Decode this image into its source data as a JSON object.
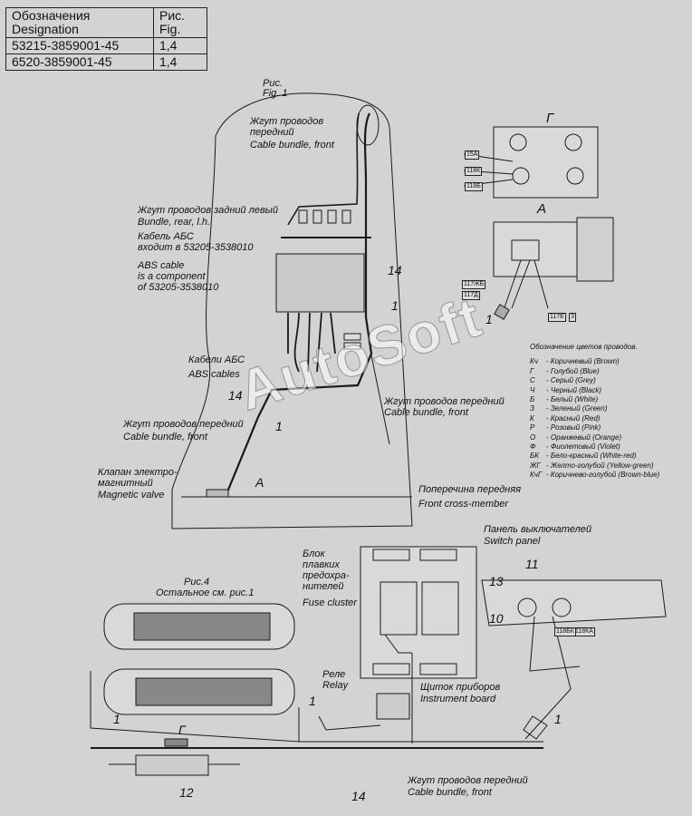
{
  "table": {
    "header": {
      "col1": "Обозначения\nDesignation",
      "col2": "Рис.\nFig."
    },
    "rows": [
      {
        "designation": "53215-3859001-45",
        "fig": "1,4"
      },
      {
        "designation": "6520-3859001-45",
        "fig": "1,4"
      }
    ]
  },
  "fig1": {
    "ru": "Рис.",
    "en": "Fig. 1"
  },
  "fig4": {
    "line1": "Рис.4",
    "line2": "Остальное см. рис.1"
  },
  "labels": {
    "bundle_front_top": {
      "ru": "Жгут проводов\nпередний",
      "en": "Cable bundle, front"
    },
    "bundle_rear_left": {
      "ru": "Жгут проводов задний левый",
      "en": "Bundle, rear, l.h."
    },
    "abs_cable_ru": "Кабель АБС\nвходит в 53205-3538010",
    "abs_cable_en": "ABS cable\nis a component\nof 53205-3538010",
    "abs_cables": {
      "ru": "Кабели АБС",
      "en": "ABS cables"
    },
    "bundle_front_left": {
      "ru": "Жгут проводов передний",
      "en": "Cable bundle, front"
    },
    "bundle_front_mid": {
      "ru": "Жгут проводов передний",
      "en": "Cable bundle, front"
    },
    "magnetic_valve": {
      "ru": "Клапан электро-\nмагнитный",
      "en": "Magnetic valve"
    },
    "cross_member": {
      "ru": "Поперечина передняя",
      "en": "Front cross-member"
    },
    "switch_panel": {
      "ru": "Панель выключателей",
      "en": "Switch panel"
    },
    "fuse_cluster": {
      "ru": "Блок\nплавких\nпредохра-\nнителей",
      "en": "Fuse cluster"
    },
    "relay": {
      "ru": "Реле",
      "en": "Relay"
    },
    "instrument_board": {
      "ru": "Щиток приборов",
      "en": "Instrument board"
    },
    "bundle_front_bottom": {
      "ru": "Жгут проводов передний",
      "en": "Cable bundle, front"
    },
    "view_g": "Г",
    "view_a": "А",
    "arrow_a": "А",
    "arrow_g": "Г"
  },
  "numbers": {
    "n14a": "14",
    "n1a": "1",
    "n14b": "14",
    "n1b": "1",
    "n1c": "1",
    "n13": "13",
    "n10": "10",
    "n11": "11",
    "n1d": "1",
    "n1e": "1",
    "n1f": "1",
    "n12": "12",
    "n14c": "14"
  },
  "wire_tags": {
    "t15a": "15А",
    "t118k": "118К",
    "t118b": "118Б",
    "t117zhb": "117ЖБ",
    "t117d": "117Д",
    "t117e": "117Е",
    "t3": "3",
    "t118ka": "118КА",
    "t118bk": "118БК"
  },
  "legend": {
    "title": "Обозначение цветов проводов.",
    "items": [
      {
        "code": "Кч",
        "text": "- Коричневый (Brown)"
      },
      {
        "code": "Г",
        "text": "- Голубой (Blue)"
      },
      {
        "code": "С",
        "text": "- Серый (Grey)"
      },
      {
        "code": "Ч",
        "text": "- Черный (Black)"
      },
      {
        "code": "Б",
        "text": "- Белый (White)"
      },
      {
        "code": "З",
        "text": "- Зеленый (Green)"
      },
      {
        "code": "К",
        "text": "- Красный (Red)"
      },
      {
        "code": "Р",
        "text": "- Розовый (Pink)"
      },
      {
        "code": "О",
        "text": "- Оранжевый (Orange)"
      },
      {
        "code": "Ф",
        "text": "- Фиолетовый (Violet)"
      },
      {
        "code": "БК",
        "text": "- Бело-красный (White-red)"
      },
      {
        "code": "ЖГ",
        "text": "- Желто-голубой (Yellow-green)"
      },
      {
        "code": "КчГ",
        "text": "- Коричнево-голубой (Brown-blue)"
      }
    ]
  },
  "watermark": "AutoSoft"
}
